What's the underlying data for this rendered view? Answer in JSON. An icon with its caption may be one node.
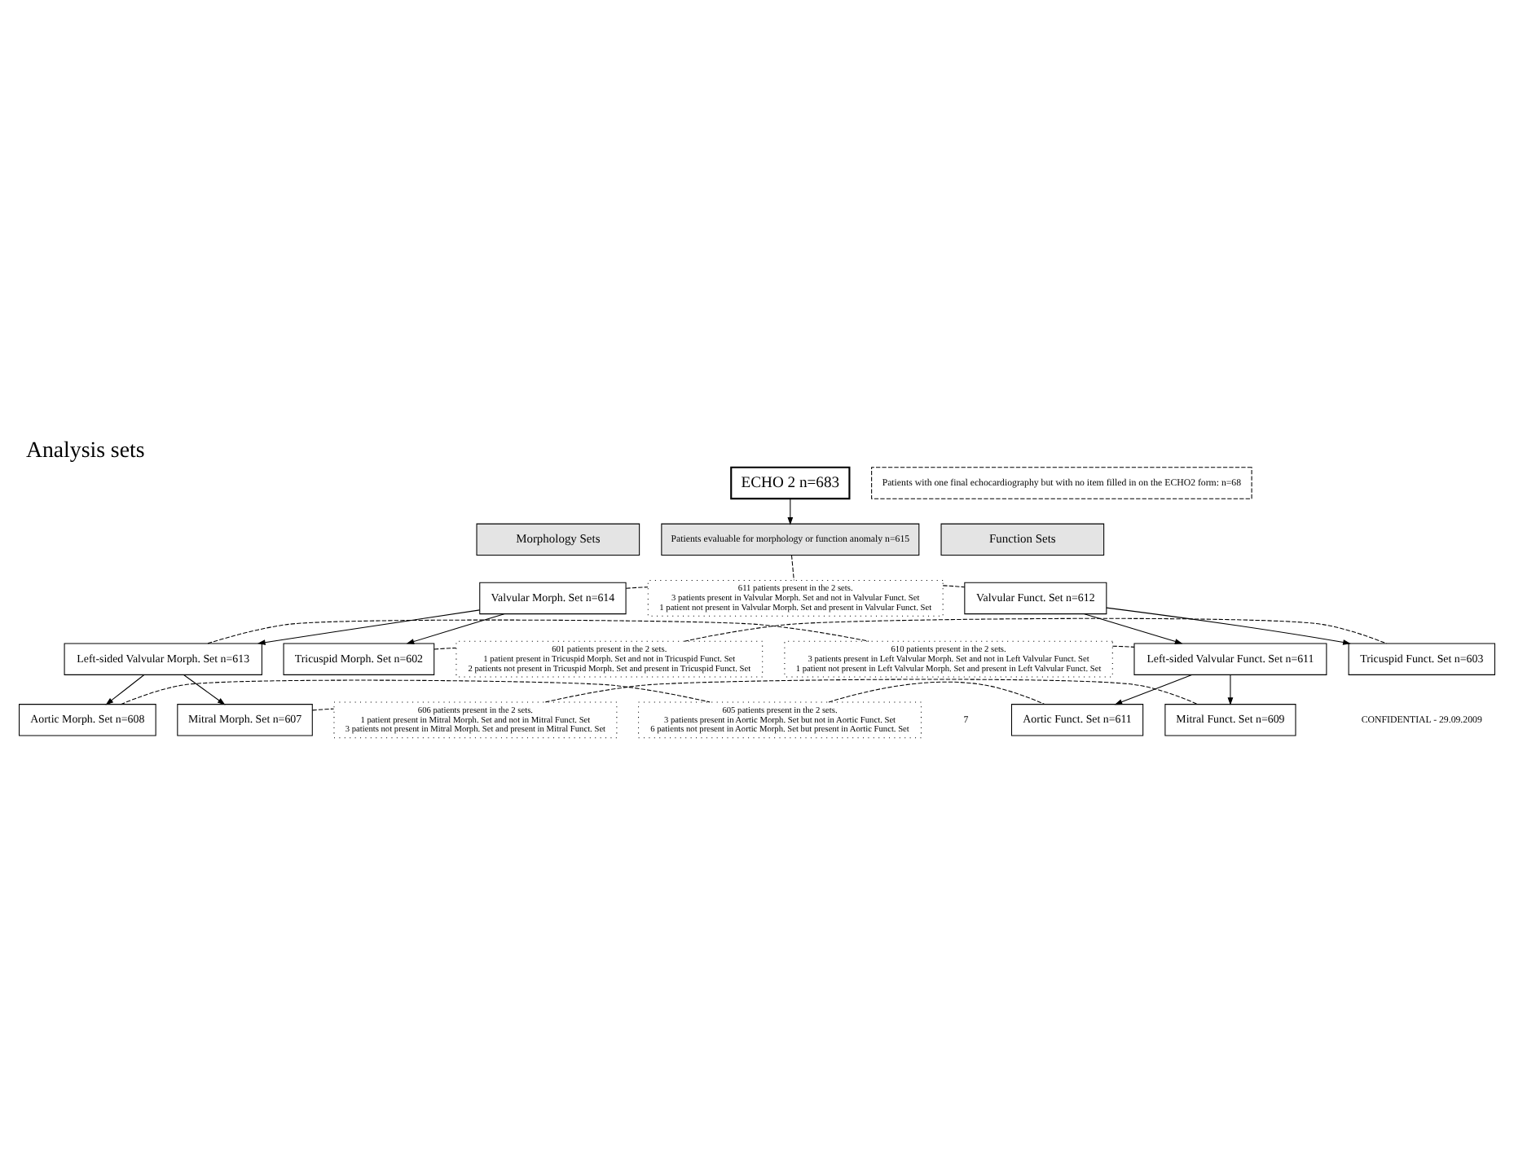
{
  "diagram": {
    "title": "Analysis sets",
    "nodes": [
      {
        "text": [
          "ECHO 2 n=683"
        ]
      },
      {
        "text": [
          "Patients with one final echocardiography but with no item filled in on the ECHO2 form: n=68"
        ]
      },
      {
        "text": [
          "Patients evaluable for morphology or function anomaly n=615"
        ]
      },
      {
        "text": [
          "Morphology Sets"
        ]
      },
      {
        "text": [
          "Function Sets"
        ]
      },
      {
        "text": [
          "Valvular Morph. Set n=614"
        ]
      },
      {
        "text": [
          "611 patients present in the 2 sets.",
          "3 patients present in Valvular Morph. Set and not in Valvular Funct. Set",
          "1 patient not present in Valvular Morph. Set and present in Valvular Funct. Set"
        ]
      },
      {
        "text": [
          "Valvular Funct. Set n=612"
        ]
      },
      {
        "text": [
          "Left-sided Valvular Morph. Set n=613"
        ]
      },
      {
        "text": [
          "610 patients present in the 2 sets.",
          "3 patients present in Left Valvular Morph. Set and not in Left Valvular Funct. Set",
          "1 patient not present in Left Valvular Morph. Set and present in Left Valvular Funct. Set"
        ]
      },
      {
        "text": [
          "Left-sided Valvular Funct. Set n=611"
        ]
      },
      {
        "text": [
          "Aortic Morph. Set n=608"
        ]
      },
      {
        "text": [
          "605 patients present in the 2 sets.",
          "3 patients present in Aortic Morph. Set but not in Aortic Funct. Set",
          "6 patients not present in Aortic Morph. Set but present in Aortic Funct. Set"
        ]
      },
      {
        "text": [
          "Aortic Funct. Set n=611"
        ]
      },
      {
        "text": [
          "Mitral Morph. Set n=607"
        ]
      },
      {
        "text": [
          "606 patients present in the 2 sets.",
          "1 patient present in Mitral Morph. Set and not in Mitral Funct. Set",
          "3 patients not present in Mitral Morph. Set and present in Mitral Funct. Set"
        ]
      },
      {
        "text": [
          "Mitral Funct. Set n=609"
        ]
      },
      {
        "text": [
          "Tricuspid Morph. Set n=602"
        ]
      },
      {
        "text": [
          "601 patients present in the 2 sets.",
          "1 patient present in Tricuspid Morph. Set and not in Tricuspid Funct. Set",
          "2 patients not present in Tricuspid Morph. Set and present in Tricuspid Funct. Set"
        ]
      },
      {
        "text": [
          "Tricuspid Funct. Set n=603"
        ]
      }
    ],
    "edges": [
      {
        "from": 0,
        "to": 2,
        "arrow": "to"
      },
      {
        "from": 2,
        "to": 6,
        "arrow": "none",
        "style": "dashed"
      },
      {
        "from": 5,
        "to": 8,
        "arrow": "to"
      },
      {
        "from": 8,
        "to": 11,
        "arrow": "to"
      },
      {
        "from": 8,
        "to": 14,
        "arrow": "to"
      },
      {
        "from": 5,
        "to": 17,
        "arrow": "to"
      },
      {
        "from": 7,
        "to": 10,
        "arrow": "to"
      },
      {
        "from": 10,
        "to": 13,
        "arrow": "to"
      },
      {
        "from": 10,
        "to": 16,
        "arrow": "to"
      },
      {
        "from": 7,
        "to": 19,
        "arrow": "to"
      },
      {
        "from": 5,
        "to": 6,
        "arrow": "none",
        "style": "dashed"
      },
      {
        "from": 6,
        "to": 7,
        "arrow": "none",
        "style": "dashed"
      },
      {
        "from": 8,
        "to": 9,
        "arrow": "none",
        "style": "dashed"
      },
      {
        "from": 9,
        "to": 10,
        "arrow": "none",
        "style": "dashed"
      },
      {
        "from": 11,
        "to": 12,
        "arrow": "none",
        "style": "dashed"
      },
      {
        "from": 12,
        "to": 13,
        "arrow": "none",
        "style": "dashed"
      },
      {
        "from": 14,
        "to": 15,
        "arrow": "none",
        "style": "dashed"
      },
      {
        "from": 15,
        "to": 16,
        "arrow": "none",
        "style": "dashed"
      },
      {
        "from": 17,
        "to": 18,
        "arrow": "none",
        "style": "dashed"
      },
      {
        "from": 18,
        "to": 19,
        "arrow": "none",
        "style": "dashed"
      }
    ],
    "labels": [
      "7",
      "CONFIDENTIAL - 29.09.2009"
    ]
  }
}
